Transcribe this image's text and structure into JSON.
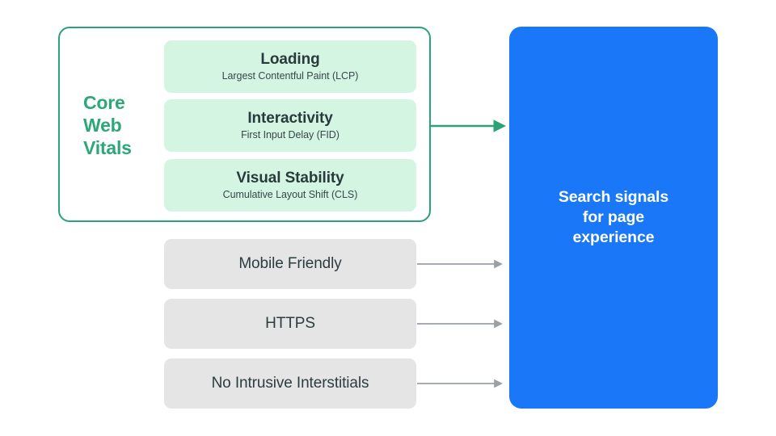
{
  "diagram": {
    "title_group": {
      "label": "Core\nWeb\nVitals",
      "color": "#2ca878"
    },
    "core_web_vitals": [
      {
        "title": "Loading",
        "subtitle": "Largest Contentful Paint (LCP)",
        "fill": "#d5f5e3"
      },
      {
        "title": "Interactivity",
        "subtitle": "First Input Delay (FID)",
        "fill": "#d5f5e3"
      },
      {
        "title": "Visual Stability",
        "subtitle": "Cumulative Layout Shift (CLS)",
        "fill": "#d5f5e3"
      }
    ],
    "other_signals": [
      {
        "label": "Mobile Friendly",
        "fill": "#e5e5e6"
      },
      {
        "label": "HTTPS",
        "fill": "#e5e5e6"
      },
      {
        "label": "No Intrusive Interstitials",
        "fill": "#e5e5e6"
      }
    ],
    "destination": {
      "label": "Search signals\nfor page\nexperience",
      "fill": "#1a78f8",
      "text_color": "#ffffff"
    },
    "arrows": [
      {
        "name": "core-web-vitals-arrow",
        "color": "#2ba378"
      },
      {
        "name": "mobile-friendly-arrow",
        "color": "#9aa0a6"
      },
      {
        "name": "https-arrow",
        "color": "#9aa0a6"
      },
      {
        "name": "no-intrusive-interstitials-arrow",
        "color": "#9aa0a6"
      }
    ],
    "colors": {
      "frame_border": "#2ba378",
      "accent_green": "#2ca878",
      "light_green": "#d5f5e3",
      "gray_fill": "#e5e5e6",
      "blue": "#1a78f8",
      "text_dark": "#2d3c3f",
      "arrow_gray": "#9aa0a6",
      "background": "#ffffff"
    }
  }
}
